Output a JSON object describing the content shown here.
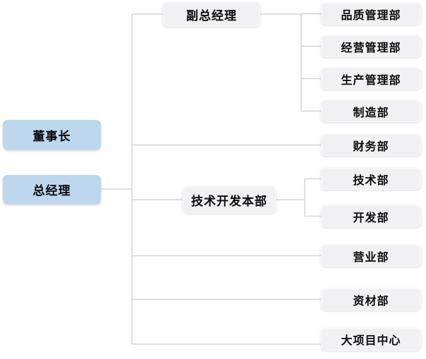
{
  "chart": {
    "title": "organization-chart",
    "executives": [
      {
        "label": "董事长"
      },
      {
        "label": "总经理"
      }
    ],
    "managers": [
      {
        "label": "副总经理"
      },
      {
        "label": "技术开发本部"
      }
    ],
    "departments": [
      {
        "label": "品质管理部"
      },
      {
        "label": "经营管理部"
      },
      {
        "label": "生产管理部"
      },
      {
        "label": "制造部"
      },
      {
        "label": "财务部"
      },
      {
        "label": "技术部"
      },
      {
        "label": "开发部"
      },
      {
        "label": "营业部"
      },
      {
        "label": "资材部"
      },
      {
        "label": "大项目中心"
      }
    ],
    "structure": [
      {
        "parent": "总经理",
        "children": [
          "副总经理",
          "财务部",
          "技术开发本部",
          "营业部",
          "资材部",
          "大项目中心"
        ]
      },
      {
        "parent": "副总经理",
        "children": [
          "品质管理部",
          "经营管理部",
          "生产管理部",
          "制造部"
        ]
      },
      {
        "parent": "技术开发本部",
        "children": [
          "技术部",
          "开发部"
        ]
      }
    ],
    "colors": {
      "executive_fill": "#BDD7EE",
      "department_fill": "#F1F1F3",
      "connector": "#D6D6D6",
      "text": "#0B0B0B",
      "background": "#FFFFFF"
    }
  }
}
